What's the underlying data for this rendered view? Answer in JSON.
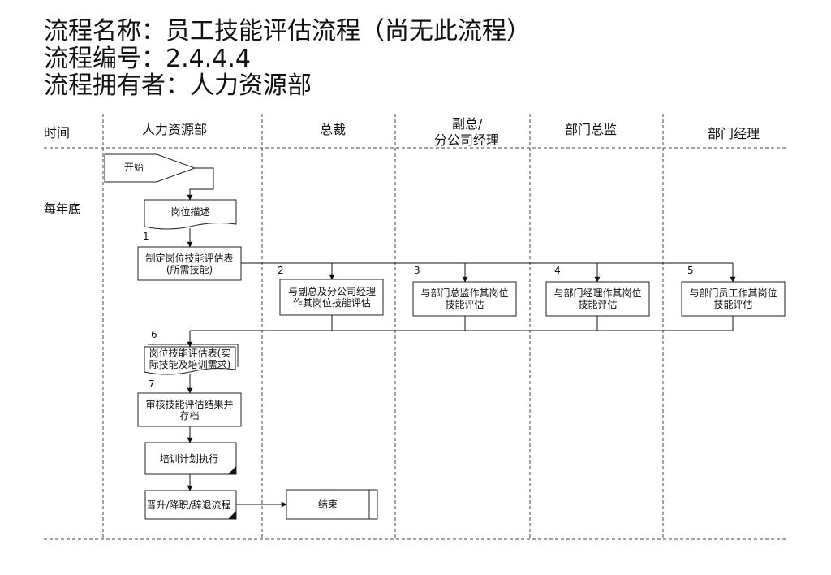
{
  "header": {
    "name_line": "流程名称：员工技能评估流程（尚无此流程）",
    "code_line": "流程编号：2.4.4.4",
    "owner_line": "流程拥有者：人力资源部"
  },
  "lanes": {
    "time": "时间",
    "hr": "人力资源部",
    "president": "总裁",
    "vp_line1": "副总/",
    "vp_line2": "分公司经理",
    "dept_director": "部门总监",
    "dept_manager": "部门经理"
  },
  "time_marker": "每年底",
  "nodes": {
    "start": "开始",
    "job_desc": "岗位描述",
    "make_form": "制定岗位技能评估表(所需技能)",
    "vp_eval": "与副总及分公司经理作其岗位技能评估",
    "director_eval": "与部门总监作其岗位技能评估",
    "manager_eval": "与部门经理作其岗位技能评估",
    "staff_eval": "与部门员工作其岗位技能评估",
    "actual_form": "岗位技能评估表(实际技能及培训需求)",
    "review": "审核技能评估结果并存档",
    "training": "培训计划执行",
    "promotion": "晋升/降职/辞退流程",
    "end": "结束"
  },
  "step_numbers": {
    "s1": "1",
    "s2": "2",
    "s3": "3",
    "s4": "4",
    "s5": "5",
    "s6": "6",
    "s7": "7"
  }
}
